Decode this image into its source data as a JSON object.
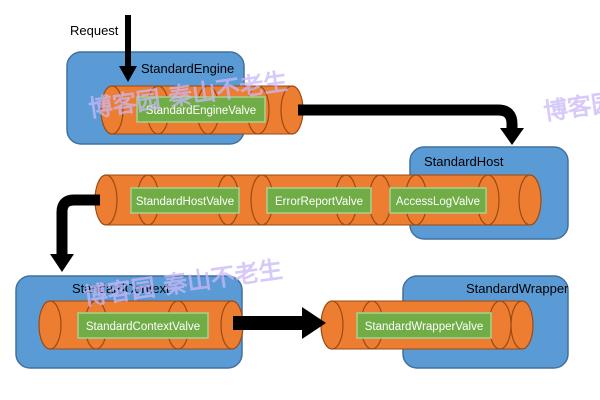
{
  "request_label": "Request",
  "containers": {
    "engine": "StandardEngine",
    "host": "StandardHost",
    "context": "StandardContext",
    "wrapper": "StandardWrapper"
  },
  "valves": {
    "engine": "StandardEngineValve",
    "host": "StandardHostValve",
    "error_report": "ErrorReportValve",
    "access_log": "AccessLogValve",
    "context": "StandardContextValve",
    "wrapper": "StandardWrapperValve"
  },
  "watermarks": [
    "博客园 秦山不老生",
    "博客园 秦山不老生",
    "博客园"
  ],
  "colors": {
    "container_fill": "#5b9bd5",
    "container_stroke": "#41719c",
    "pipe_fill": "#ed7d31",
    "pipe_stroke": "#9c4a12",
    "valve_fill": "#70ad47",
    "valve_stroke": "#a9d18e",
    "arrow": "#000000",
    "watermark": "#c9b8f5"
  },
  "icons": [
    "arrow-down-icon",
    "elbow-arrow-icon",
    "arrow-right-icon"
  ]
}
